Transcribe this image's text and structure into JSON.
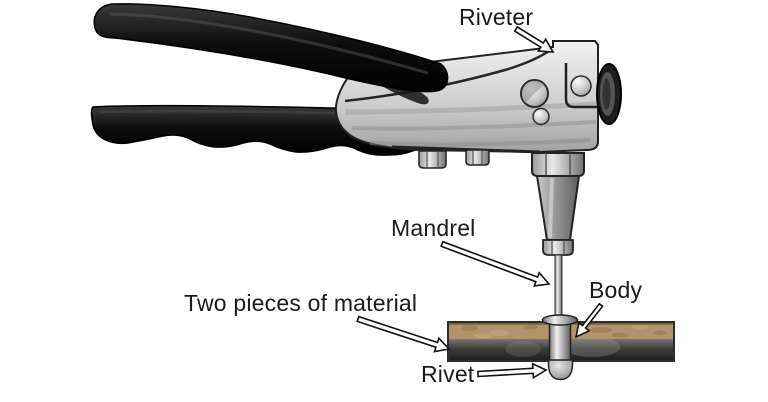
{
  "figure": {
    "type": "labeled-diagram",
    "subject": "Riveter tool setting a rivet through two pieces of material",
    "labels": {
      "riveter": "Riveter",
      "mandrel": "Mandrel",
      "body": "Body",
      "material": "Two pieces of material",
      "rivet": "Rivet"
    },
    "colors": {
      "page_background": "#ffffff",
      "label_text": "#1a1a1a",
      "handle_grip": "#101010",
      "metal_light": "#f0f0f0",
      "metal_dark": "#9a9a9a",
      "end_cap": "#1c1c1c",
      "material_top_layer": "#b2936a",
      "material_bottom_dark": "#1e1e1e",
      "arrow_fill": "#ffffff",
      "arrow_outline": "#111111"
    }
  }
}
